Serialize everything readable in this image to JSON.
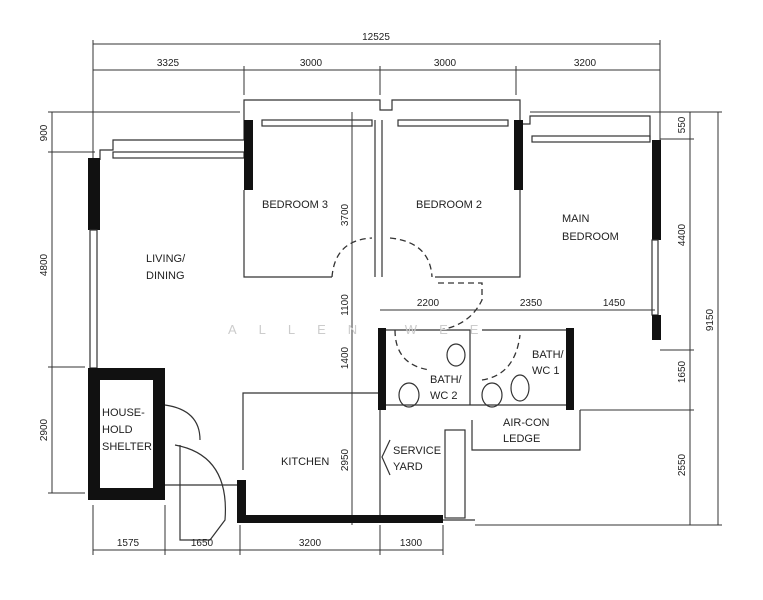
{
  "rooms": {
    "bedroom3": "BEDROOM 3",
    "bedroom2": "BEDROOM 2",
    "main_bedroom": [
      "MAIN",
      "BEDROOM"
    ],
    "living_dining": [
      "LIVING/",
      "DINING"
    ],
    "bath_wc2": [
      "BATH/",
      "WC 2"
    ],
    "bath_wc1": [
      "BATH/",
      "WC 1"
    ],
    "aircon_ledge": [
      "AIR-CON",
      "LEDGE"
    ],
    "household_shelter": [
      "HOUSE-",
      "HOLD",
      "SHELTER"
    ],
    "kitchen": "KITCHEN",
    "service_yard": [
      "SERVICE",
      "YARD"
    ]
  },
  "dimensions": {
    "top_total": "12525",
    "top": [
      "3325",
      "3000",
      "3000",
      "3200"
    ],
    "left": [
      "900",
      "4800",
      "2900"
    ],
    "right": [
      "550",
      "4400",
      "1650",
      "2550"
    ],
    "right_total": "9150",
    "bottom": [
      "1575",
      "1650",
      "3200",
      "1300"
    ],
    "interior_vertical": [
      "3700",
      "1100",
      "1400",
      "2950"
    ],
    "interior_horizontal": [
      "2200",
      "2350",
      "1450"
    ]
  },
  "watermark": "ALLEN WEE"
}
